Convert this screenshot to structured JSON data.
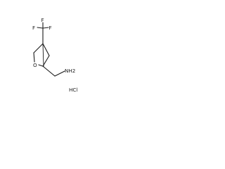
{
  "molecule": {
    "atoms": {
      "fluorine_left": "F",
      "fluorine_top": "F",
      "fluorine_right": "F",
      "ring_oxygen": "O",
      "amine": "NH2",
      "salt": "HCl"
    }
  }
}
